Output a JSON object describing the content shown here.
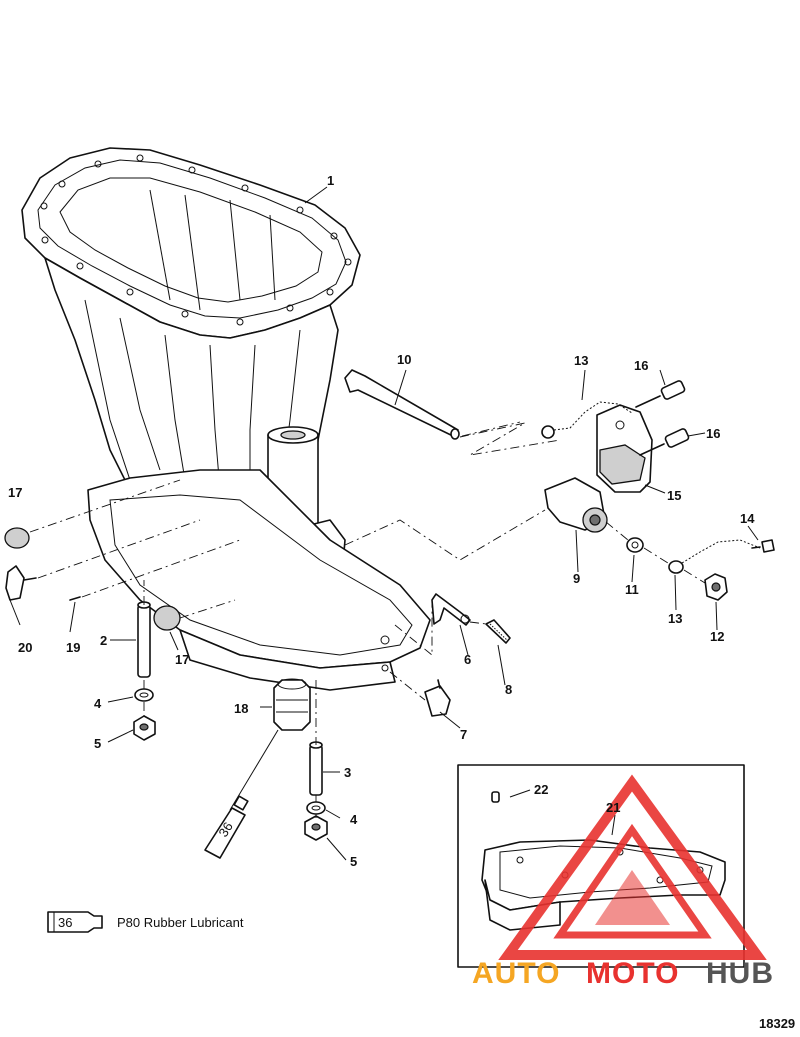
{
  "callouts": [
    {
      "id": "c1",
      "text": "1"
    },
    {
      "id": "c2",
      "text": "2"
    },
    {
      "id": "c3",
      "text": "3"
    },
    {
      "id": "c4a",
      "text": "4"
    },
    {
      "id": "c4b",
      "text": "4"
    },
    {
      "id": "c5a",
      "text": "5"
    },
    {
      "id": "c5b",
      "text": "5"
    },
    {
      "id": "c6",
      "text": "6"
    },
    {
      "id": "c7",
      "text": "7"
    },
    {
      "id": "c8",
      "text": "8"
    },
    {
      "id": "c9",
      "text": "9"
    },
    {
      "id": "c10",
      "text": "10"
    },
    {
      "id": "c11",
      "text": "11"
    },
    {
      "id": "c12",
      "text": "12"
    },
    {
      "id": "c13a",
      "text": "13"
    },
    {
      "id": "c13b",
      "text": "13"
    },
    {
      "id": "c14",
      "text": "14"
    },
    {
      "id": "c15",
      "text": "15"
    },
    {
      "id": "c16a",
      "text": "16"
    },
    {
      "id": "c16b",
      "text": "16"
    },
    {
      "id": "c17a",
      "text": "17"
    },
    {
      "id": "c17b",
      "text": "17"
    },
    {
      "id": "c18",
      "text": "18"
    },
    {
      "id": "c19",
      "text": "19"
    },
    {
      "id": "c20",
      "text": "20"
    },
    {
      "id": "c21",
      "text": "21"
    },
    {
      "id": "c22",
      "text": "22"
    }
  ],
  "tube_label": "36",
  "legend": {
    "tube_number": "36",
    "text": "P80 Rubber Lubricant"
  },
  "figure_code": "18329",
  "watermark": {
    "part1": "AUTO",
    "part2": "MOTO",
    "part3": "HUB",
    "color_orange": "#f5a623",
    "color_red": "#e8322f",
    "color_gray": "#555555"
  }
}
